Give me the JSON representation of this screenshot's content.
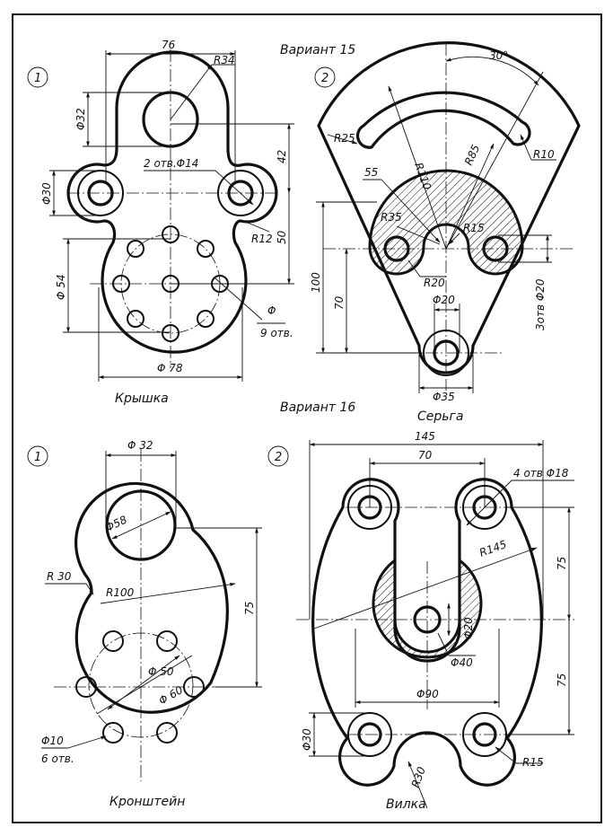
{
  "variants": {
    "v15": "Вариант 15",
    "v16": "Вариант 16"
  },
  "parts": {
    "p1": {
      "number": "1",
      "name": "Крышка"
    },
    "p2": {
      "number": "2",
      "name": "Серьга"
    },
    "p3": {
      "number": "1",
      "name": "Кронштейн"
    },
    "p4": {
      "number": "2",
      "name": "Вилка"
    }
  },
  "dims": {
    "kryshka": {
      "w76": "76",
      "r34": "R34",
      "d32": "Φ32",
      "d30": "Φ30",
      "h42": "42",
      "holes2": "2 отв.Φ14",
      "r12": "R12",
      "h50": "50",
      "d54": "Φ 54",
      "dia": "Φ",
      "holes9": "9 отв.",
      "d78": "Φ 78"
    },
    "serga": {
      "a30": "30°",
      "r25": "R25",
      "r110": "R110",
      "r85": "R85",
      "r10": "R10",
      "n55": "55",
      "r35": "R35",
      "r15": "R15",
      "h100": "100",
      "h70": "70",
      "r20": "R20",
      "d20": "Φ20",
      "holes3": "3отв Φ20",
      "d35": "Φ35"
    },
    "kronshtein": {
      "d32": "Φ 32",
      "d58": "Φ58",
      "r30": "R 30",
      "r100": "R100",
      "h75": "75",
      "d50": "Φ 50",
      "d60": "Φ 60",
      "d10": "Φ10",
      "holes6": "6 отв."
    },
    "vilka": {
      "w145": "145",
      "w70": "70",
      "holes4": "4 отв Φ18",
      "r145": "R145",
      "h75a": "75",
      "d20": "Φ20",
      "d40": "Φ40",
      "h75b": "75",
      "d90": "Φ90",
      "d30": "Φ30",
      "r30": "R30",
      "r15": "R15"
    }
  }
}
